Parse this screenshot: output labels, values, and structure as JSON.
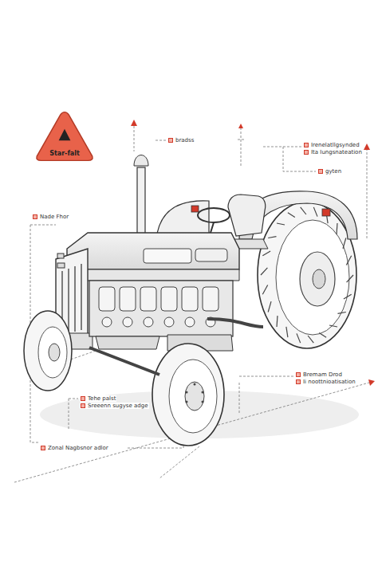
{
  "diagram": {
    "nodes": [
      {
        "text": [
          "Star-falt"
        ]
      }
    ],
    "labels": [
      "bradss",
      "Irenelatllgsynded",
      "Ita Iungsnateation",
      "gyten",
      "Nade Fhor",
      "Tehe palst",
      "Sreeenn sugyse adge",
      "Bremam Drod",
      "Ii noottnioatisation",
      "Zonal Nagbsnor adlor"
    ]
  }
}
